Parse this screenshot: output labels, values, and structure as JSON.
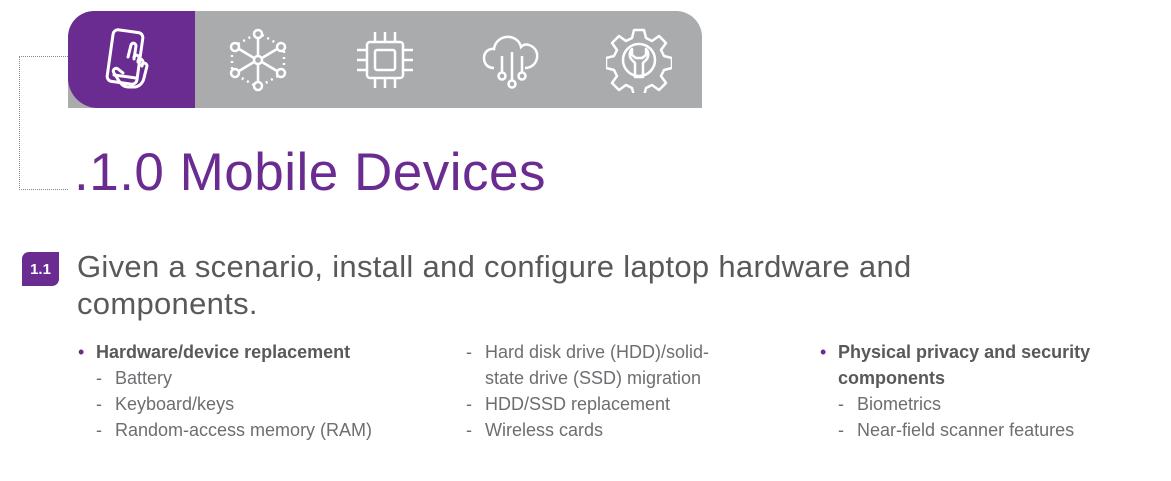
{
  "header": {
    "icons": [
      {
        "name": "mobile-touch-icon",
        "active": true
      },
      {
        "name": "network-nodes-icon",
        "active": false
      },
      {
        "name": "processor-chip-icon",
        "active": false
      },
      {
        "name": "cloud-network-icon",
        "active": false
      },
      {
        "name": "gear-wrench-icon",
        "active": false
      }
    ],
    "colors": {
      "accent": "#6b2c91",
      "tab_bar": "#a9abad",
      "text": "#58595b"
    }
  },
  "section": {
    "title": ".1.0 Mobile Devices"
  },
  "objective": {
    "number": "1.1",
    "title": "Given a scenario, install and configure laptop hardware and components."
  },
  "columns": [
    {
      "bullet": "Hardware/device replacement",
      "items": [
        "Battery",
        "Keyboard/keys",
        "Random-access memory (RAM)"
      ]
    },
    {
      "items_continued": [
        "Hard disk drive (HDD)/solid-",
        "state drive (SSD) migration",
        "HDD/SSD replacement",
        "Wireless cards"
      ]
    },
    {
      "bullet_lines": [
        "Physical privacy and security",
        "components"
      ],
      "items": [
        "Biometrics",
        "Near-field scanner features"
      ]
    }
  ]
}
